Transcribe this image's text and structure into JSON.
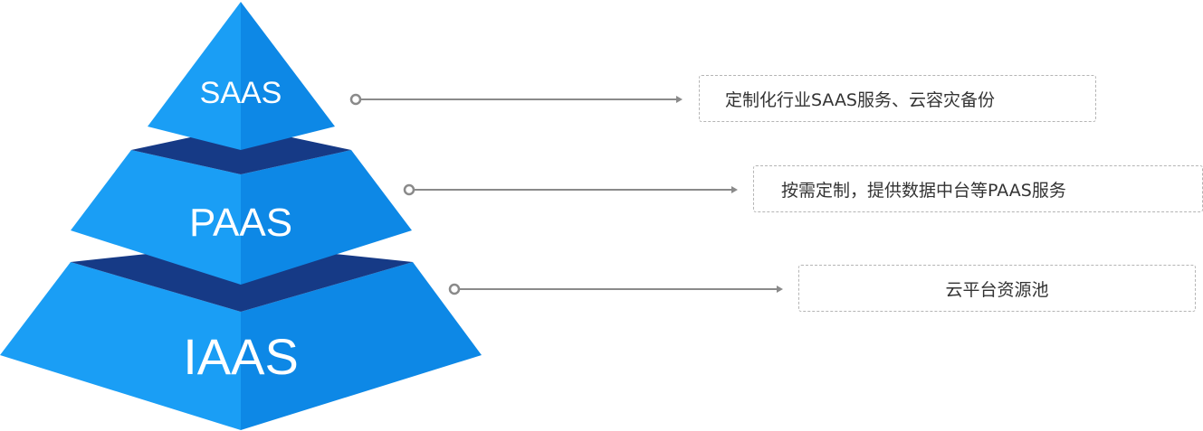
{
  "pyramid": {
    "layers": [
      {
        "label": "SAAS",
        "description": "定制化行业SAAS服务、云容灾备份"
      },
      {
        "label": "PAAS",
        "description": "按需定制，提供数据中台等PAAS服务"
      },
      {
        "label": "IAAS",
        "description": "云平台资源池"
      }
    ]
  },
  "colors": {
    "face_light": "#1a9ef5",
    "face_dark": "#0d88e6",
    "band": "#163a86",
    "connector": "#8a8a8a",
    "border": "#b5b5b5",
    "text": "#333333"
  }
}
